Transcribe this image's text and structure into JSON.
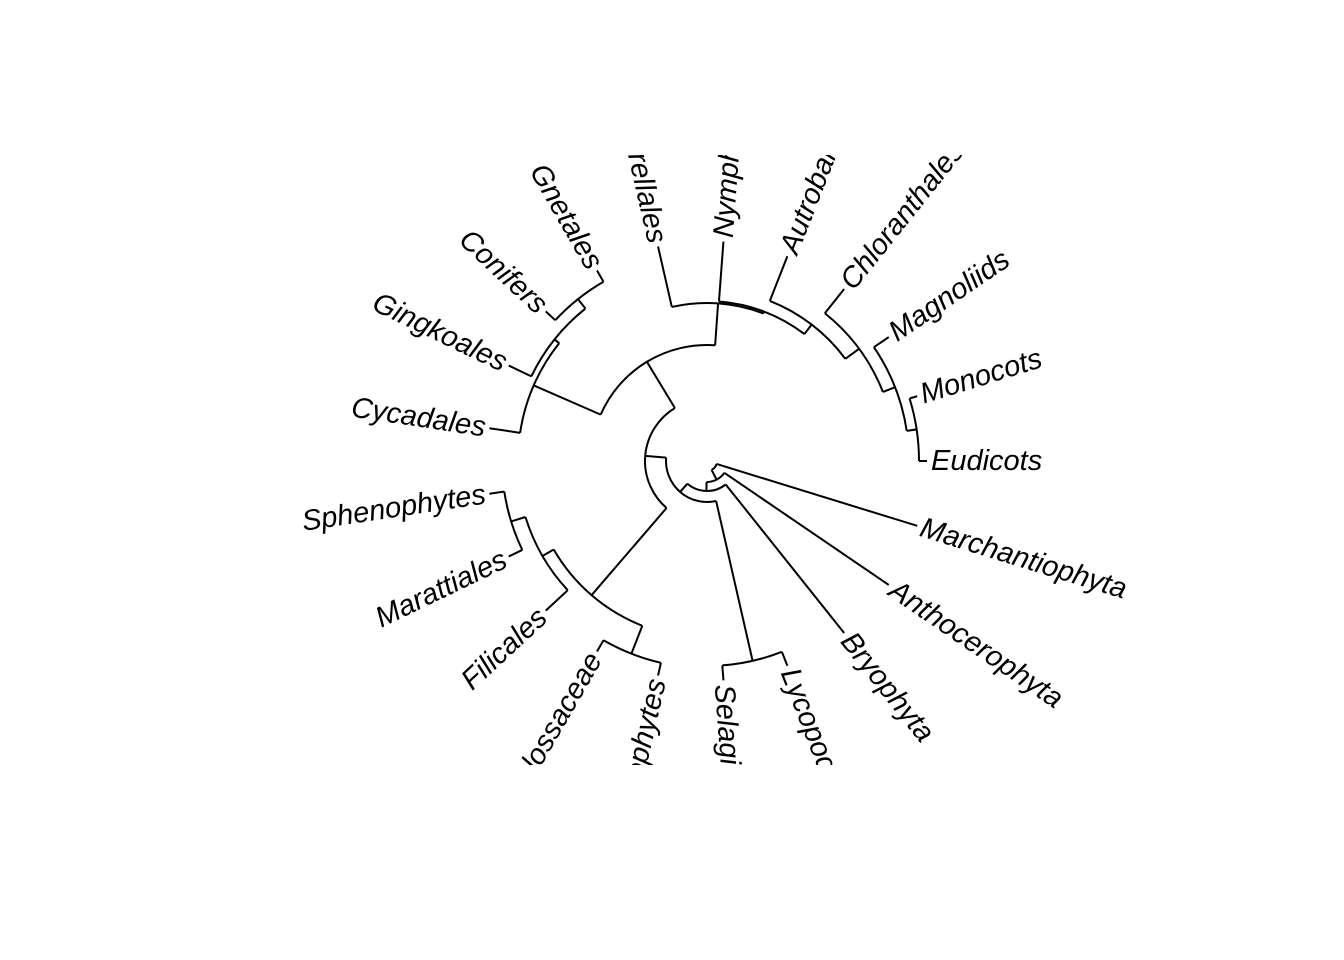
{
  "tree": {
    "layout": "fan",
    "tips": [
      "Eudicots",
      "Monocots",
      "Magnoliids",
      "Chloranthales",
      "Autrobaileyales",
      "Nymphaeales",
      "Amborellales",
      "Gnetales",
      "Conifers",
      "Gingkoales",
      "Cycadales",
      "Sphenophytes",
      "Marattiales",
      "Filicales",
      "Ophioglossaceae",
      "Psilophytes",
      "Selaginellales",
      "Lycopodiales",
      "Bryophyta",
      "Anthocerophyta",
      "Marchantiophyta"
    ],
    "colors": {
      "branch": "#000000",
      "label": "#000000"
    }
  }
}
